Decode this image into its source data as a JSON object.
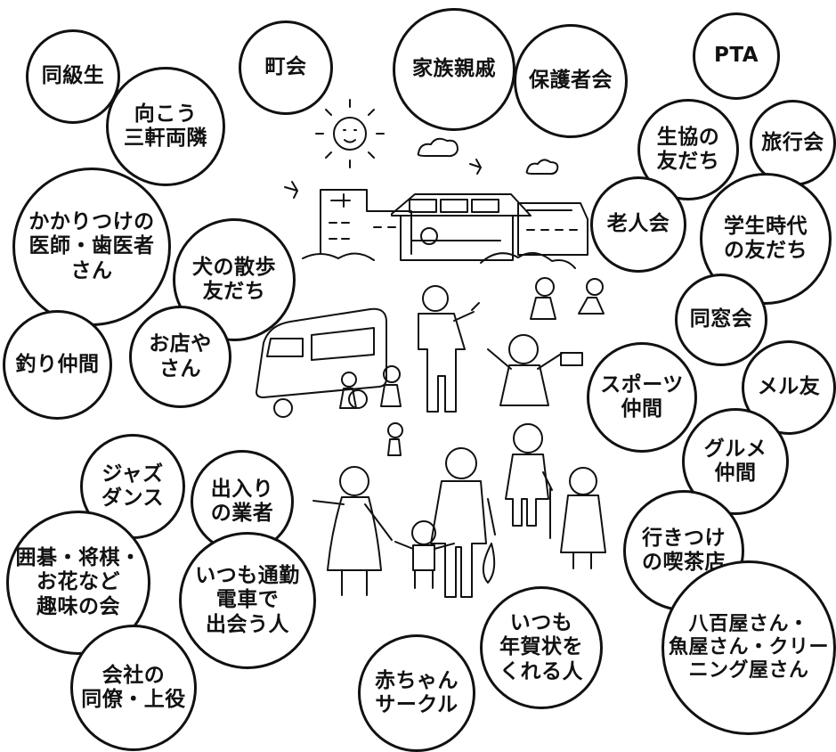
{
  "colors": {
    "ink": "#111111",
    "paper": "#ffffff"
  },
  "bubbles": [
    {
      "key": "classmates",
      "label": "同級生"
    },
    {
      "key": "neighbors",
      "label": "向こう\n三軒両隣"
    },
    {
      "key": "town",
      "label": "町会"
    },
    {
      "key": "family",
      "label": "家族親戚"
    },
    {
      "key": "guardians",
      "label": "保護者会"
    },
    {
      "key": "pta",
      "label": "PTA"
    },
    {
      "key": "coop",
      "label": "生協の\n友だち"
    },
    {
      "key": "travel",
      "label": "旅行会"
    },
    {
      "key": "doctors",
      "label": "かかりつけの\n医師・歯医者\nさん"
    },
    {
      "key": "dog",
      "label": "犬の散歩\n友だち"
    },
    {
      "key": "elders",
      "label": "老人会"
    },
    {
      "key": "student",
      "label": "学生時代\nの友だち"
    },
    {
      "key": "alumni",
      "label": "同窓会"
    },
    {
      "key": "fishing",
      "label": "釣り仲間"
    },
    {
      "key": "shop",
      "label": "お店や\nさん"
    },
    {
      "key": "sports",
      "label": "スポーツ\n仲間"
    },
    {
      "key": "mail",
      "label": "メル友"
    },
    {
      "key": "gourmet",
      "label": "グルメ\n仲間"
    },
    {
      "key": "jazz",
      "label": "ジャズ\nダンス"
    },
    {
      "key": "vendors",
      "label": "出入り\nの業者"
    },
    {
      "key": "hobby",
      "label": "囲碁・将棋・\nお花など\n趣味の会"
    },
    {
      "key": "commute",
      "label": "いつも通勤\n電車で\n出会う人"
    },
    {
      "key": "cafe",
      "label": "行きつけ\nの喫茶店"
    },
    {
      "key": "newyear",
      "label": "いつも\n年賀状を\nくれる人"
    },
    {
      "key": "baby",
      "label": "赤ちゃん\nサークル"
    },
    {
      "key": "work",
      "label": "会社の\n同僚・上役"
    },
    {
      "key": "grocers",
      "label": "八百屋さん・\n魚屋さん・クリー\nニング屋さん"
    }
  ]
}
